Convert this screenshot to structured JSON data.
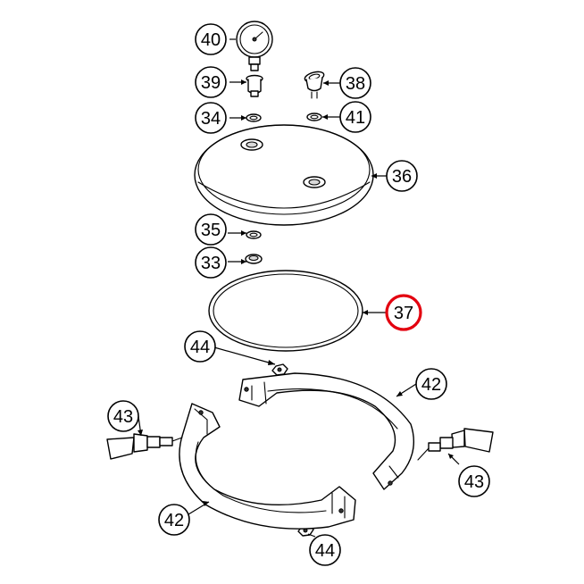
{
  "diagram": {
    "highlight_color": "#e3000f",
    "callouts": [
      {
        "id": "c40",
        "label": "40",
        "highlighted": false
      },
      {
        "id": "c39",
        "label": "39",
        "highlighted": false
      },
      {
        "id": "c38",
        "label": "38",
        "highlighted": false
      },
      {
        "id": "c34",
        "label": "34",
        "highlighted": false
      },
      {
        "id": "c41",
        "label": "41",
        "highlighted": false
      },
      {
        "id": "c36",
        "label": "36",
        "highlighted": false
      },
      {
        "id": "c35",
        "label": "35",
        "highlighted": false
      },
      {
        "id": "c33",
        "label": "33",
        "highlighted": false
      },
      {
        "id": "c37",
        "label": "37",
        "highlighted": true
      },
      {
        "id": "c44a",
        "label": "44",
        "highlighted": false
      },
      {
        "id": "c42a",
        "label": "42",
        "highlighted": false
      },
      {
        "id": "c43a",
        "label": "43",
        "highlighted": false
      },
      {
        "id": "c43b",
        "label": "43",
        "highlighted": false
      },
      {
        "id": "c42b",
        "label": "42",
        "highlighted": false
      },
      {
        "id": "c44b",
        "label": "44",
        "highlighted": false
      }
    ]
  }
}
